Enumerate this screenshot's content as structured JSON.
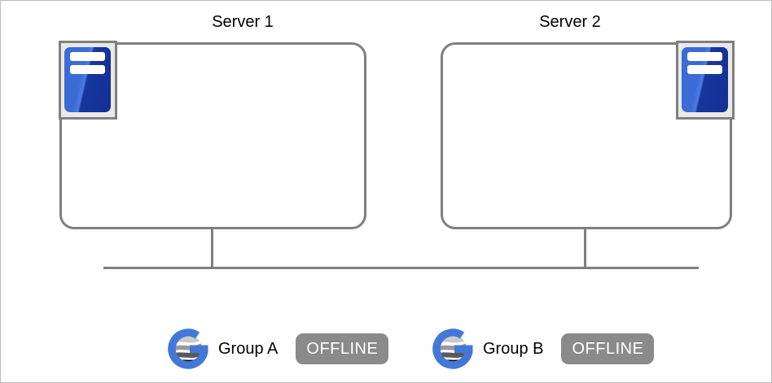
{
  "servers": [
    {
      "name": "Server 1"
    },
    {
      "name": "Server 2"
    }
  ],
  "groups": [
    {
      "name": "Group A",
      "status": "OFFLINE"
    },
    {
      "name": "Group B",
      "status": "OFFLINE"
    }
  ],
  "icons": {
    "server": "server-tower-icon",
    "group": "cluster-group-g-globe-icon"
  },
  "colors": {
    "line_gray": "#7f7f7f",
    "tile_background": "#e9e9e9",
    "server_icon_blue_light": "#3b6cd6",
    "server_icon_blue_dark": "#16379f",
    "group_logo_blue": "#4478d8",
    "status_badge_background": "#8a8a8a",
    "status_badge_text": "#ffffff"
  }
}
